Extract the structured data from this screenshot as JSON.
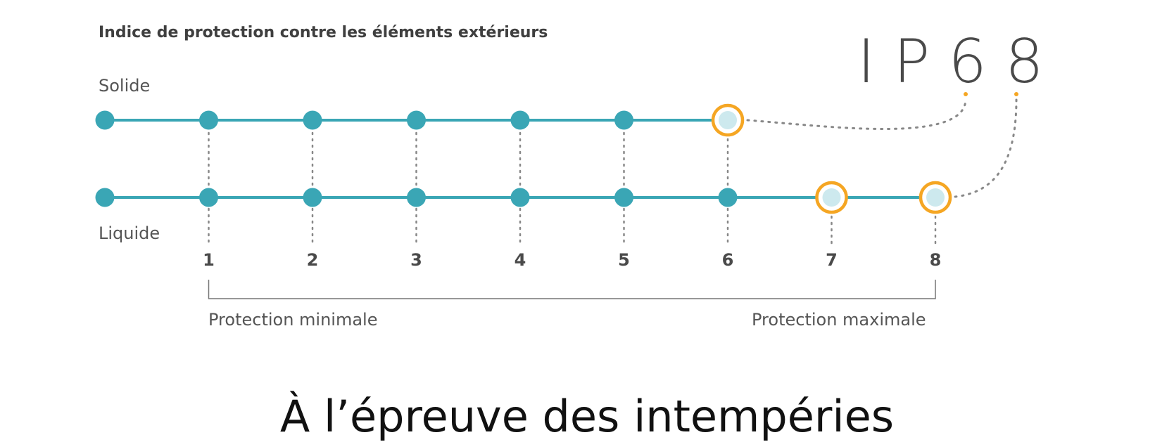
{
  "heading": "Indice de protection contre les éléments extérieurs",
  "code": "IP68",
  "rows": {
    "solid_label": "Solide",
    "liquid_label": "Liquide",
    "solid_level": 6,
    "liquid_level": 8
  },
  "scale": {
    "levels": [
      "1",
      "2",
      "3",
      "4",
      "5",
      "6",
      "7",
      "8"
    ],
    "min_label": "Protection minimale",
    "max_label": "Protection maximale"
  },
  "colors": {
    "line": "#3aa6b5",
    "highlight": "#f5a623",
    "highlight_fill": "#cde9ee",
    "guide": "#888888"
  },
  "footer": "À l’épreuve des intempéries"
}
